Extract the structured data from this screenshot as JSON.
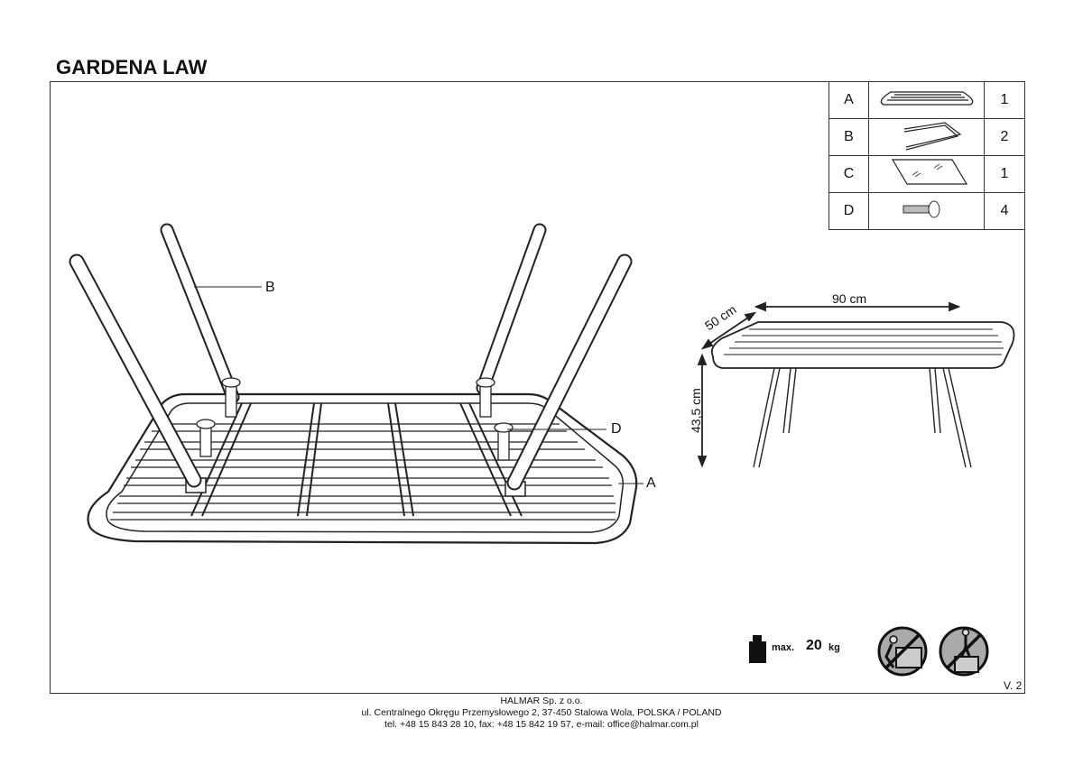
{
  "title": "GARDENA LAW",
  "parts": [
    {
      "letter": "A",
      "icon": "tabletop-icon",
      "qty": "1"
    },
    {
      "letter": "B",
      "icon": "leg-frame-icon",
      "qty": "2"
    },
    {
      "letter": "C",
      "icon": "glass-panel-icon",
      "qty": "1"
    },
    {
      "letter": "D",
      "icon": "bolt-icon",
      "qty": "4"
    }
  ],
  "callouts": {
    "a": "A",
    "b": "B",
    "d": "D"
  },
  "dimensions": {
    "width": "90 cm",
    "depth": "50 cm",
    "height": "43,5 cm"
  },
  "load": {
    "prefix": "max.",
    "value": "20",
    "unit": "kg"
  },
  "version": "V. 2",
  "footer": {
    "company": "HALMAR Sp. z o.o.",
    "address": "ul. Centralnego Okręgu Przemysłowego 2, 37-450 Stalowa Wola, POLSKA / POLAND",
    "contact": "tel. +48 15 843 28 10, fax: +48 15 842 19 57, e-mail: office@halmar.com.pl"
  }
}
